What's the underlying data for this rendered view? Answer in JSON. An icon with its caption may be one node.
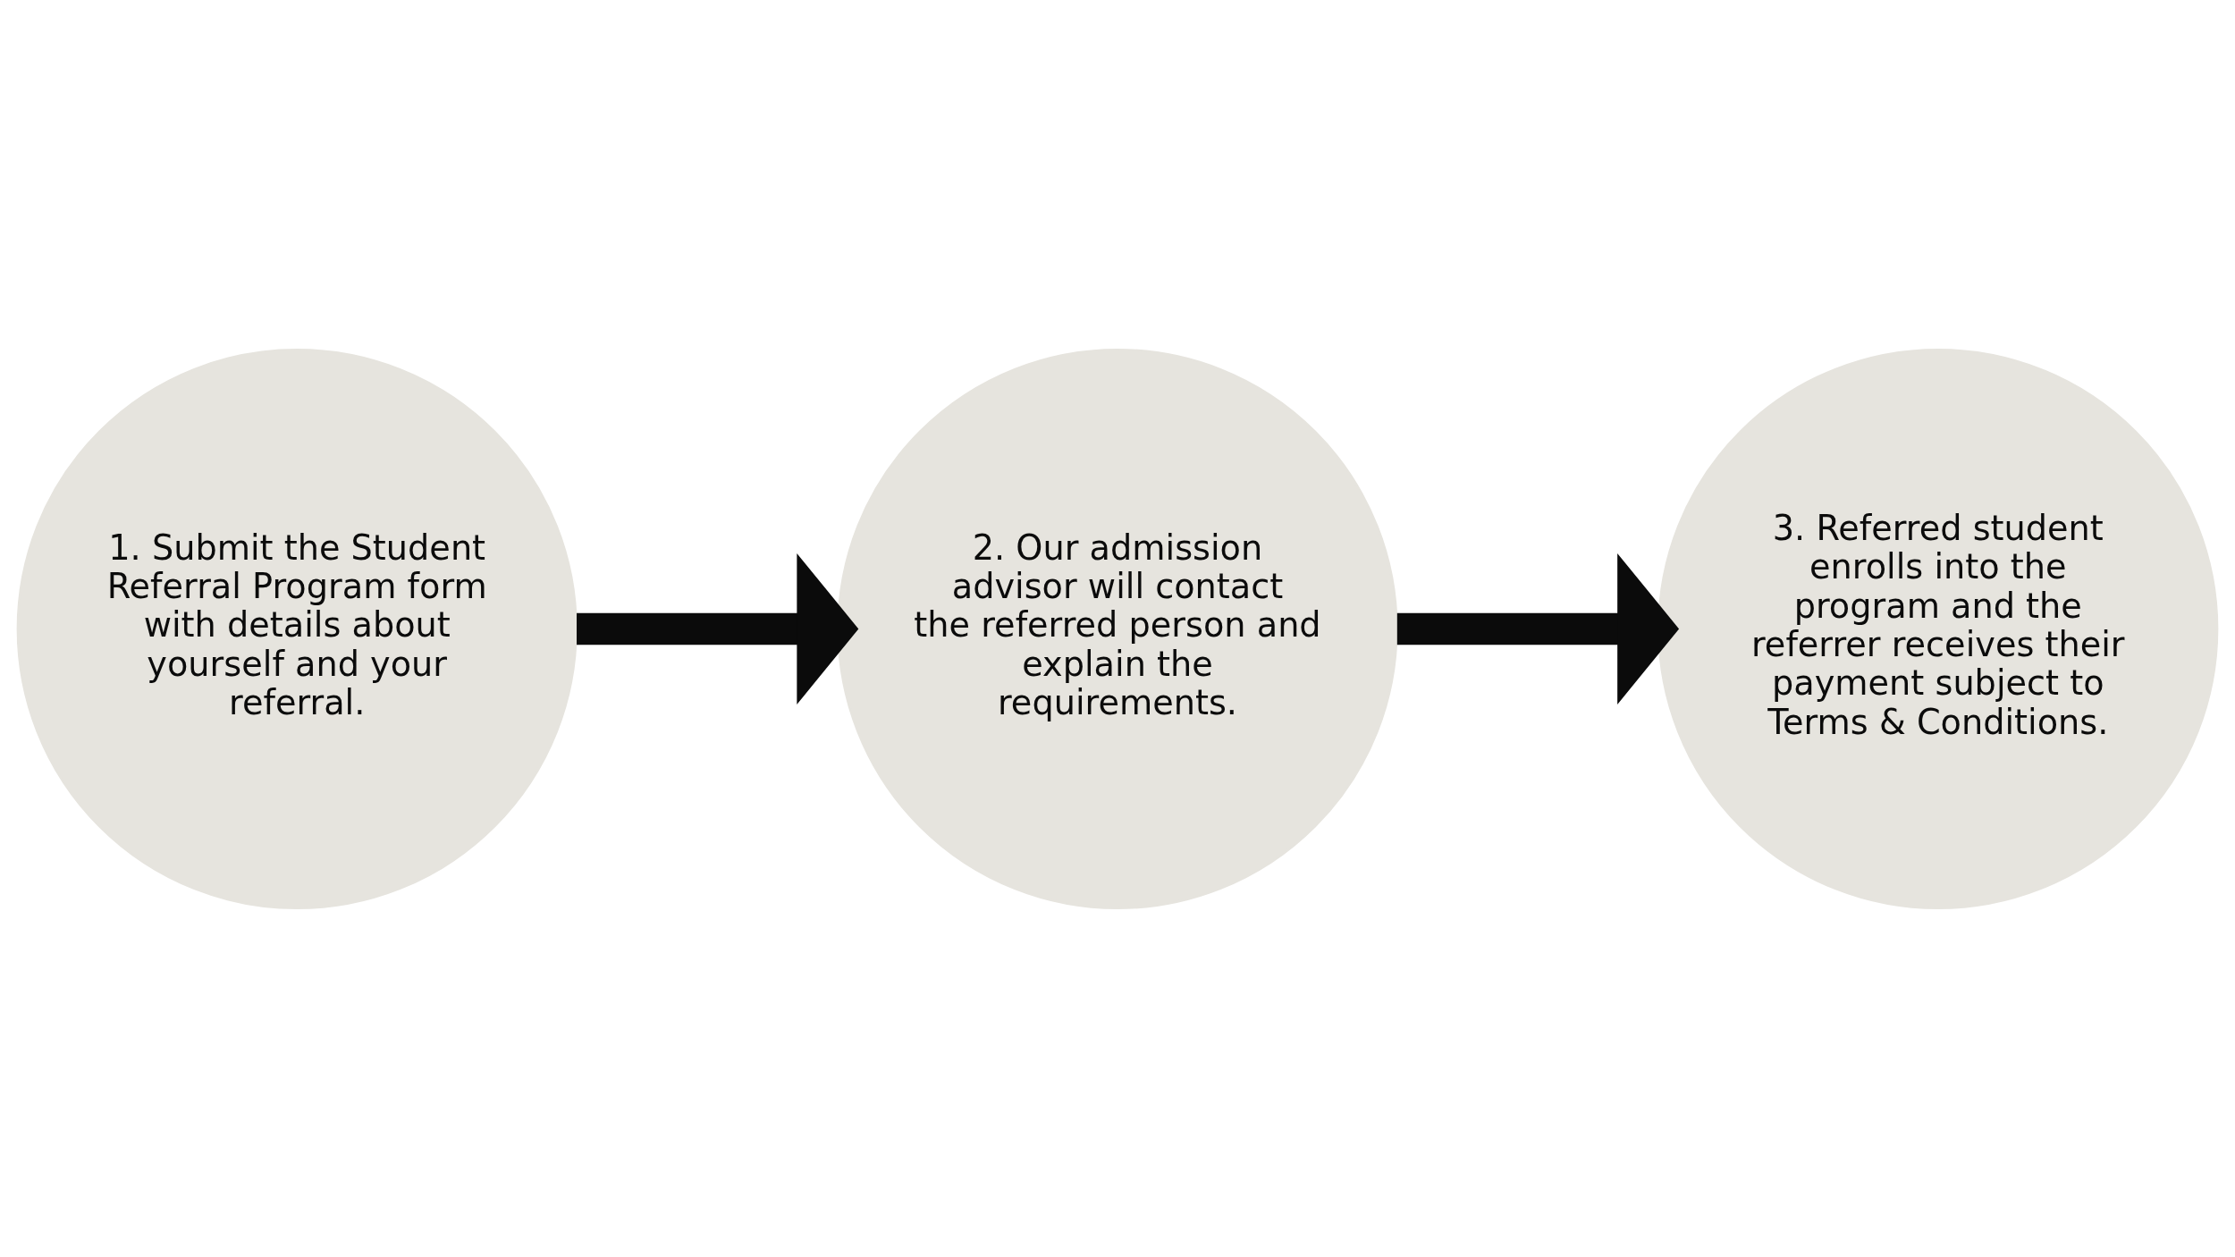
{
  "diagram": {
    "nodes": [
      {
        "text": [
          "1. Submit the Student Referral Program form with details about yourself and your referral."
        ]
      },
      {
        "text": [
          "2. Our admission advisor will contact the referred person and explain the requirements."
        ]
      },
      {
        "text": [
          "3. Referred student enrolls into the program and the referrer receives their payment subject to Terms & Conditions."
        ]
      }
    ],
    "edges": [
      {
        "from": 0,
        "to": 1,
        "arrow": "to"
      },
      {
        "from": 1,
        "to": 2,
        "arrow": "to"
      }
    ]
  }
}
